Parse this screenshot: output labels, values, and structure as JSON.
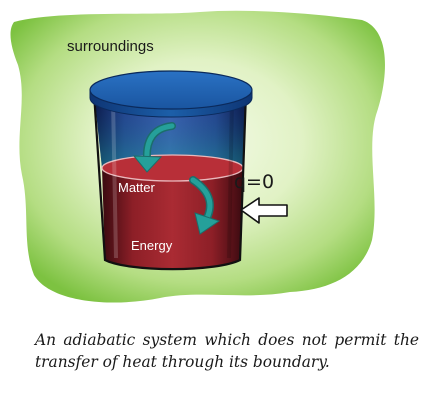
{
  "labels": {
    "surroundings": "surroundings",
    "matter": "Matter",
    "energy": "Energy",
    "heat": "q=0"
  },
  "caption": "An adiabatic system which does not permit the transfer of heat through its boundary.",
  "colors": {
    "surroundings_light": "#e4f3c8",
    "surroundings_dark": "#7dc241",
    "lid": "#1c5fa9",
    "water_blue": "#2b4fa0",
    "matter_red": "#a3252c",
    "arrow_teal": "#23958f"
  },
  "icons": {
    "circulation": "curved-arrow-icon",
    "heat_blocked": "hollow-arrow-left-icon"
  }
}
